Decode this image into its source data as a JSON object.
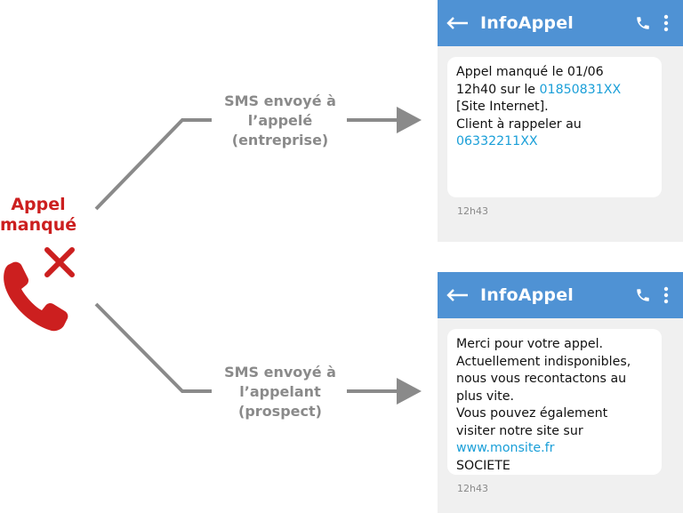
{
  "missed_call": {
    "line1": "Appel",
    "line2": "manqué"
  },
  "branches": [
    {
      "label_lines": [
        "SMS envoyé à",
        "l’appelé",
        "(entreprise)"
      ]
    },
    {
      "label_lines": [
        "SMS envoyé à",
        "l’appelant",
        "(prospect)"
      ]
    }
  ],
  "screens": [
    {
      "app_title": "InfoAppel",
      "message": {
        "l1": "Appel manqué le 01/06",
        "l2_text": "12h40 sur le ",
        "l2_link": "01850831XX",
        "l3": "[Site Internet].",
        "l4": "Client à rappeler au",
        "l5_link": "06332211XX"
      },
      "time": "12h43"
    },
    {
      "app_title": "InfoAppel",
      "message": {
        "l1": "Merci pour votre appel.",
        "l2": "Actuellement indisponibles,",
        "l3": "nous vous recontactons au",
        "l4": "plus vite.",
        "l5": "Vous pouvez également",
        "l6": "visiter notre site sur",
        "l7_link": "www.monsite.fr",
        "l8": "SOCIETE"
      },
      "time": "12h43"
    }
  ],
  "colors": {
    "accent_red": "#cc1f1f",
    "appbar_blue": "#4f92d4",
    "link_blue": "#1a9fd8",
    "connector_gray": "#8a8a8a"
  },
  "icons": {
    "phone": "phone-handset-icon",
    "cross": "cross-icon",
    "back": "back-arrow-icon",
    "call": "call-icon",
    "more": "more-vertical-icon"
  }
}
